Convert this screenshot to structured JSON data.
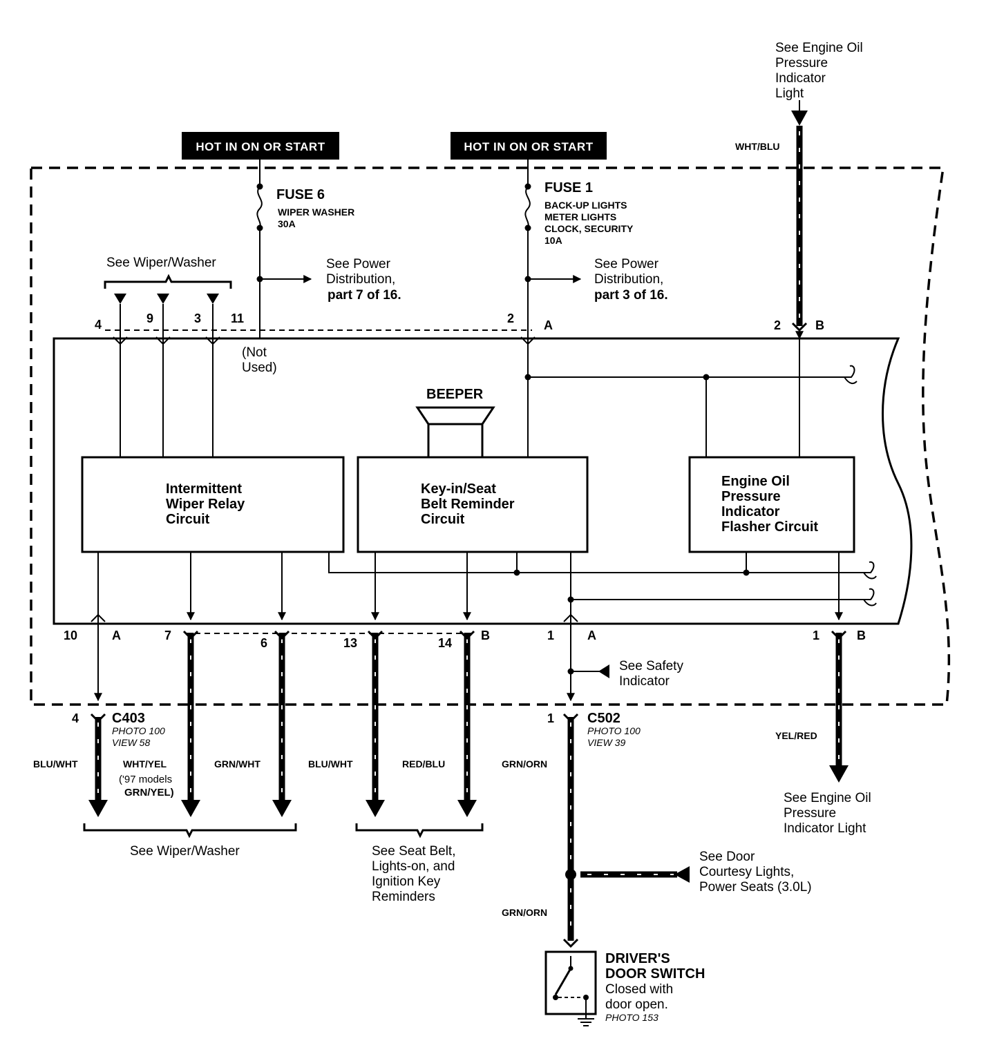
{
  "hot": {
    "left_label": "HOT IN ON OR START",
    "right_label": "HOT IN ON OR START"
  },
  "top_right_ref": {
    "lines": [
      "See Engine Oil",
      "Pressure",
      "Indicator",
      "Light"
    ]
  },
  "wires": {
    "wht_blu": "WHT/BLU",
    "yel_red": "YEL/RED",
    "blu_wht_1": "BLU/WHT",
    "wht_yel": "WHT/YEL",
    "wht_yel_note": [
      "('97 models",
      "GRN/YEL)"
    ],
    "grn_wht": "GRN/WHT",
    "blu_wht_2": "BLU/WHT",
    "red_blu": "RED/BLU",
    "grn_orn_1": "GRN/ORN",
    "grn_orn_2": "GRN/ORN"
  },
  "fuse6": {
    "name": "FUSE 6",
    "desc": "WIPER WASHER",
    "rating": "30A"
  },
  "fuse1": {
    "name": "FUSE 1",
    "desc": [
      "BACK-UP LIGHTS",
      "METER LIGHTS",
      "CLOCK, SECURITY"
    ],
    "rating": "10A"
  },
  "refs": {
    "wiper_top": "See Wiper/Washer",
    "power7": [
      "See Power",
      "Distribution,",
      "part 7 of 16."
    ],
    "power3": [
      "See Power",
      "Distribution,",
      "part 3 of 16."
    ],
    "safety": [
      "See Safety",
      "Indicator"
    ],
    "wiper_bottom": "See Wiper/Washer",
    "seatbelt": [
      "See Seat Belt,",
      "Lights-on, and",
      "Ignition Key",
      "Reminders"
    ],
    "oil_bottom": [
      "See Engine Oil",
      "Pressure",
      "Indicator Light"
    ],
    "door": [
      "See Door",
      "Courtesy Lights,",
      "Power Seats (3.0L)"
    ]
  },
  "pins_top": {
    "p4": "4",
    "p9": "9",
    "p3": "3",
    "p11": "11",
    "not_used": [
      "(Not",
      "Used)"
    ],
    "p2a": "2",
    "conn_a": "A",
    "p2b": "2",
    "conn_b": "B"
  },
  "pins_bottom": {
    "p10": "10",
    "conn_a1": "A",
    "p7": "7",
    "p6": "6",
    "p13": "13",
    "p14": "14",
    "conn_b1": "B",
    "p1a": "1",
    "conn_a2": "A",
    "p1b": "1",
    "conn_b2": "B"
  },
  "beeper": "BEEPER",
  "blocks": {
    "wiper": [
      "Intermittent",
      "Wiper Relay",
      "Circuit"
    ],
    "keyin": [
      "Key-in/Seat",
      "Belt Reminder",
      "Circuit"
    ],
    "oil": [
      "Engine Oil",
      "Pressure",
      "Indicator",
      "Flasher Circuit"
    ]
  },
  "c403": {
    "pin": "4",
    "name": "C403",
    "photo": "PHOTO 100",
    "view": "VIEW 58"
  },
  "c502": {
    "pin": "1",
    "name": "C502",
    "photo": "PHOTO 100",
    "view": "VIEW 39"
  },
  "door_switch": {
    "title": [
      "DRIVER'S",
      "DOOR SWITCH"
    ],
    "desc": [
      "Closed with",
      "door open."
    ],
    "photo": "PHOTO 153"
  }
}
